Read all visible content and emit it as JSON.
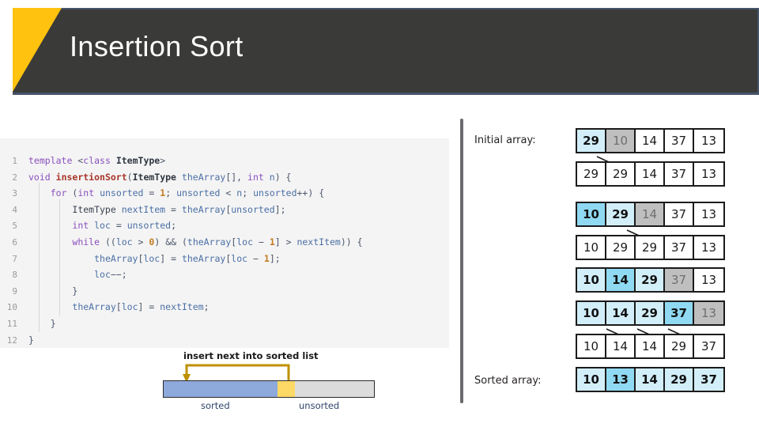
{
  "slide": {
    "title": "Insertion Sort",
    "accent_yellow": "#ffc20e",
    "header_bg": "#3a3a38",
    "header_border": "#44546a"
  },
  "code": {
    "language": "cpp",
    "lines": [
      {
        "n": "1",
        "text": "template <class ItemType>"
      },
      {
        "n": "2",
        "text": "void insertionSort(ItemType theArray[], int n) {"
      },
      {
        "n": "3",
        "text": "    for (int unsorted = 1; unsorted < n; unsorted++) {"
      },
      {
        "n": "4",
        "text": "        ItemType nextItem = theArray[unsorted];"
      },
      {
        "n": "5",
        "text": "        int loc = unsorted;"
      },
      {
        "n": "6",
        "text": "        while ((loc > 0) && (theArray[loc - 1] > nextItem)) {"
      },
      {
        "n": "7",
        "text": "            theArray[loc] = theArray[loc - 1];"
      },
      {
        "n": "8",
        "text": "            loc--;"
      },
      {
        "n": "9",
        "text": "        }"
      },
      {
        "n": "10",
        "text": "        theArray[loc] = nextItem;"
      },
      {
        "n": "11",
        "text": "    }"
      },
      {
        "n": "12",
        "text": "}"
      }
    ]
  },
  "bar_diagram": {
    "caption": "insert next into sorted list",
    "sorted_label": "sorted",
    "unsorted_label": "unsorted",
    "sorted_color": "#8ea9db",
    "next_color": "#ffd966",
    "unsorted_color": "#dcdcdc",
    "bracket_color": "#bf9000"
  },
  "array_trace": {
    "initial_label": "Initial array:",
    "sorted_label": "Sorted array:",
    "rows": [
      {
        "cells": [
          {
            "v": "29",
            "style": "lblue"
          },
          {
            "v": "10",
            "style": "gray"
          },
          {
            "v": "14",
            "style": "white"
          },
          {
            "v": "37",
            "style": "white"
          },
          {
            "v": "13",
            "style": "white"
          }
        ]
      },
      {
        "cells": [
          {
            "v": "29",
            "style": "white"
          },
          {
            "v": "29",
            "style": "white"
          },
          {
            "v": "14",
            "style": "white"
          },
          {
            "v": "37",
            "style": "white"
          },
          {
            "v": "13",
            "style": "white"
          }
        ]
      },
      {
        "cells": [
          {
            "v": "10",
            "style": "blue"
          },
          {
            "v": "29",
            "style": "lblue"
          },
          {
            "v": "14",
            "style": "gray"
          },
          {
            "v": "37",
            "style": "white"
          },
          {
            "v": "13",
            "style": "white"
          }
        ]
      },
      {
        "cells": [
          {
            "v": "10",
            "style": "white"
          },
          {
            "v": "29",
            "style": "white"
          },
          {
            "v": "29",
            "style": "white"
          },
          {
            "v": "37",
            "style": "white"
          },
          {
            "v": "13",
            "style": "white"
          }
        ]
      },
      {
        "cells": [
          {
            "v": "10",
            "style": "lblue"
          },
          {
            "v": "14",
            "style": "blue"
          },
          {
            "v": "29",
            "style": "lblue"
          },
          {
            "v": "37",
            "style": "gray"
          },
          {
            "v": "13",
            "style": "white"
          }
        ]
      },
      {
        "cells": [
          {
            "v": "10",
            "style": "lblue"
          },
          {
            "v": "14",
            "style": "lblue"
          },
          {
            "v": "29",
            "style": "lblue"
          },
          {
            "v": "37",
            "style": "blue"
          },
          {
            "v": "13",
            "style": "gray"
          }
        ]
      },
      {
        "cells": [
          {
            "v": "10",
            "style": "white"
          },
          {
            "v": "14",
            "style": "white"
          },
          {
            "v": "14",
            "style": "white"
          },
          {
            "v": "29",
            "style": "white"
          },
          {
            "v": "37",
            "style": "white"
          }
        ]
      },
      {
        "cells": [
          {
            "v": "10",
            "style": "lblue"
          },
          {
            "v": "13",
            "style": "blue"
          },
          {
            "v": "14",
            "style": "lblue"
          },
          {
            "v": "29",
            "style": "lblue"
          },
          {
            "v": "37",
            "style": "lblue"
          }
        ]
      }
    ],
    "cell_colors": {
      "white": "#ffffff",
      "light_blue": "#d2eef9",
      "blue": "#8fd9f2",
      "gray": "#bfbfbf"
    }
  }
}
